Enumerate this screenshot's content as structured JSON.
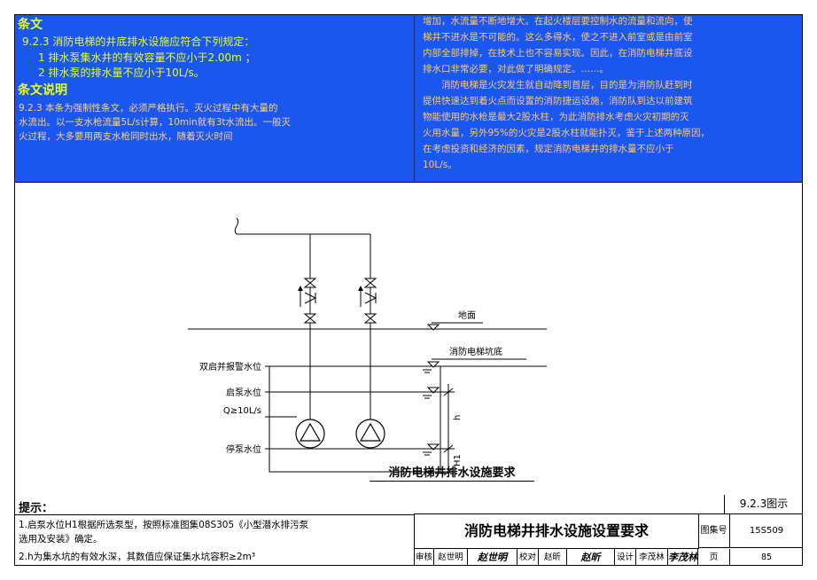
{
  "clause": {
    "heading": "条文",
    "lines": [
      "9.2.3 消防电梯的井底排水设施应符合下列规定：",
      "1 排水泵集水井的有效容量不应小于2.00m ；",
      "2 排水泵的排水量不应小于10L/s。"
    ]
  },
  "explanation": {
    "heading": "条文说明",
    "lines_left": [
      "9.2.3 本条为强制性条文，必须严格执行。灭火过程中有大量的",
      "水流出。以一支水枪流量5L/s计算，10min就有3t水流出。一般灭",
      "火过程，大多要用两支水枪同时出水，随着灭火时间"
    ],
    "lines_right": [
      "增加，水流量不断地增大。在起火楼层要控制水的流量和流向，使",
      "梯井不进水是不可能的。这么多得水，使之不进入前室或是由前室",
      "内部全部排掉，在技术上也不容易实现。因此，在消防电梯井底设",
      "排水口非常必要，对此做了明确规定。……。",
      "　　消防电梯是火灾发生就自动降到首层，目的是为消防队赶到时",
      "提供快速达到着火点而设置的消防捷运设施，消防队到达以前建筑",
      "物能使用的水枪是最大2股水柱，为此消防排水考虑火灾初期的灭",
      "火用水量，另外95%的火灾是2股水柱就能扑灭，鉴于上述两种原因，",
      "在考虑投资和经济的因素，规定消防电梯井的排水量不应小于",
      "10L/s。"
    ]
  },
  "diagram": {
    "ground_label": "地面",
    "pit_bottom_label": "消防电梯坑底",
    "levels": [
      "双启并报警水位",
      "启泵水位",
      "Q≥10L/s",
      "停泵水位"
    ],
    "dim_h": "h",
    "dim_h1": "H1",
    "caption": "消防电梯井排水设施要求"
  },
  "hints": {
    "title": "提示：",
    "notes": [
      "1.启泵水位H1根据所选泵型，按照标准图集08S305《小型潜水排污泵",
      "  选用及安装》确定。",
      "2.h为集水坑的有效水深，其数值应保证集水坑容积≥2m³"
    ]
  },
  "title_block": {
    "figure_no": "9.2.3图示",
    "title": "消防电梯井排水设施设置要求",
    "atlas_label": "图集号",
    "atlas_no": "15S509",
    "page_label": "页",
    "page_no": "85",
    "signatures": [
      {
        "role": "审核",
        "name": "赵世明",
        "mark": "赵世明"
      },
      {
        "role": "校对",
        "name": "赵昕",
        "mark": "赵昕"
      },
      {
        "role": "设计",
        "name": "李茂林",
        "mark": "李茂林"
      }
    ]
  }
}
